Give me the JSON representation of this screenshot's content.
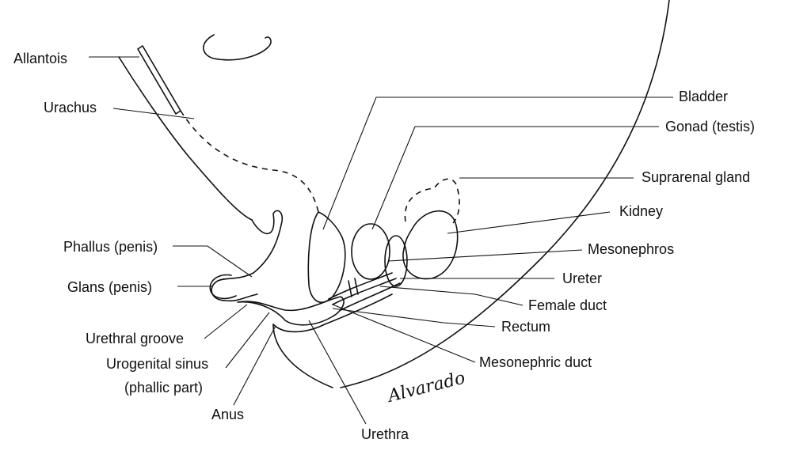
{
  "labels": {
    "allantois": "Allantois",
    "urachus": "Urachus",
    "phallus": "Phallus (penis)",
    "glans": "Glans (penis)",
    "urethral_groove": "Urethral groove",
    "urogenital_sinus": "Urogenital sinus",
    "phallic_part": "(phallic part)",
    "anus": "Anus",
    "urethra": "Urethra",
    "bladder": "Bladder",
    "gonad": "Gonad (testis)",
    "suprarenal": "Suprarenal gland",
    "kidney": "Kidney",
    "mesonephros": "Mesonephros",
    "ureter": "Ureter",
    "female_duct": "Female duct",
    "rectum": "Rectum",
    "mesonephric_duct": "Mesonephric duct"
  },
  "signature": "Alvarado",
  "colors": {
    "ink": "#111111",
    "background": "#ffffff"
  }
}
